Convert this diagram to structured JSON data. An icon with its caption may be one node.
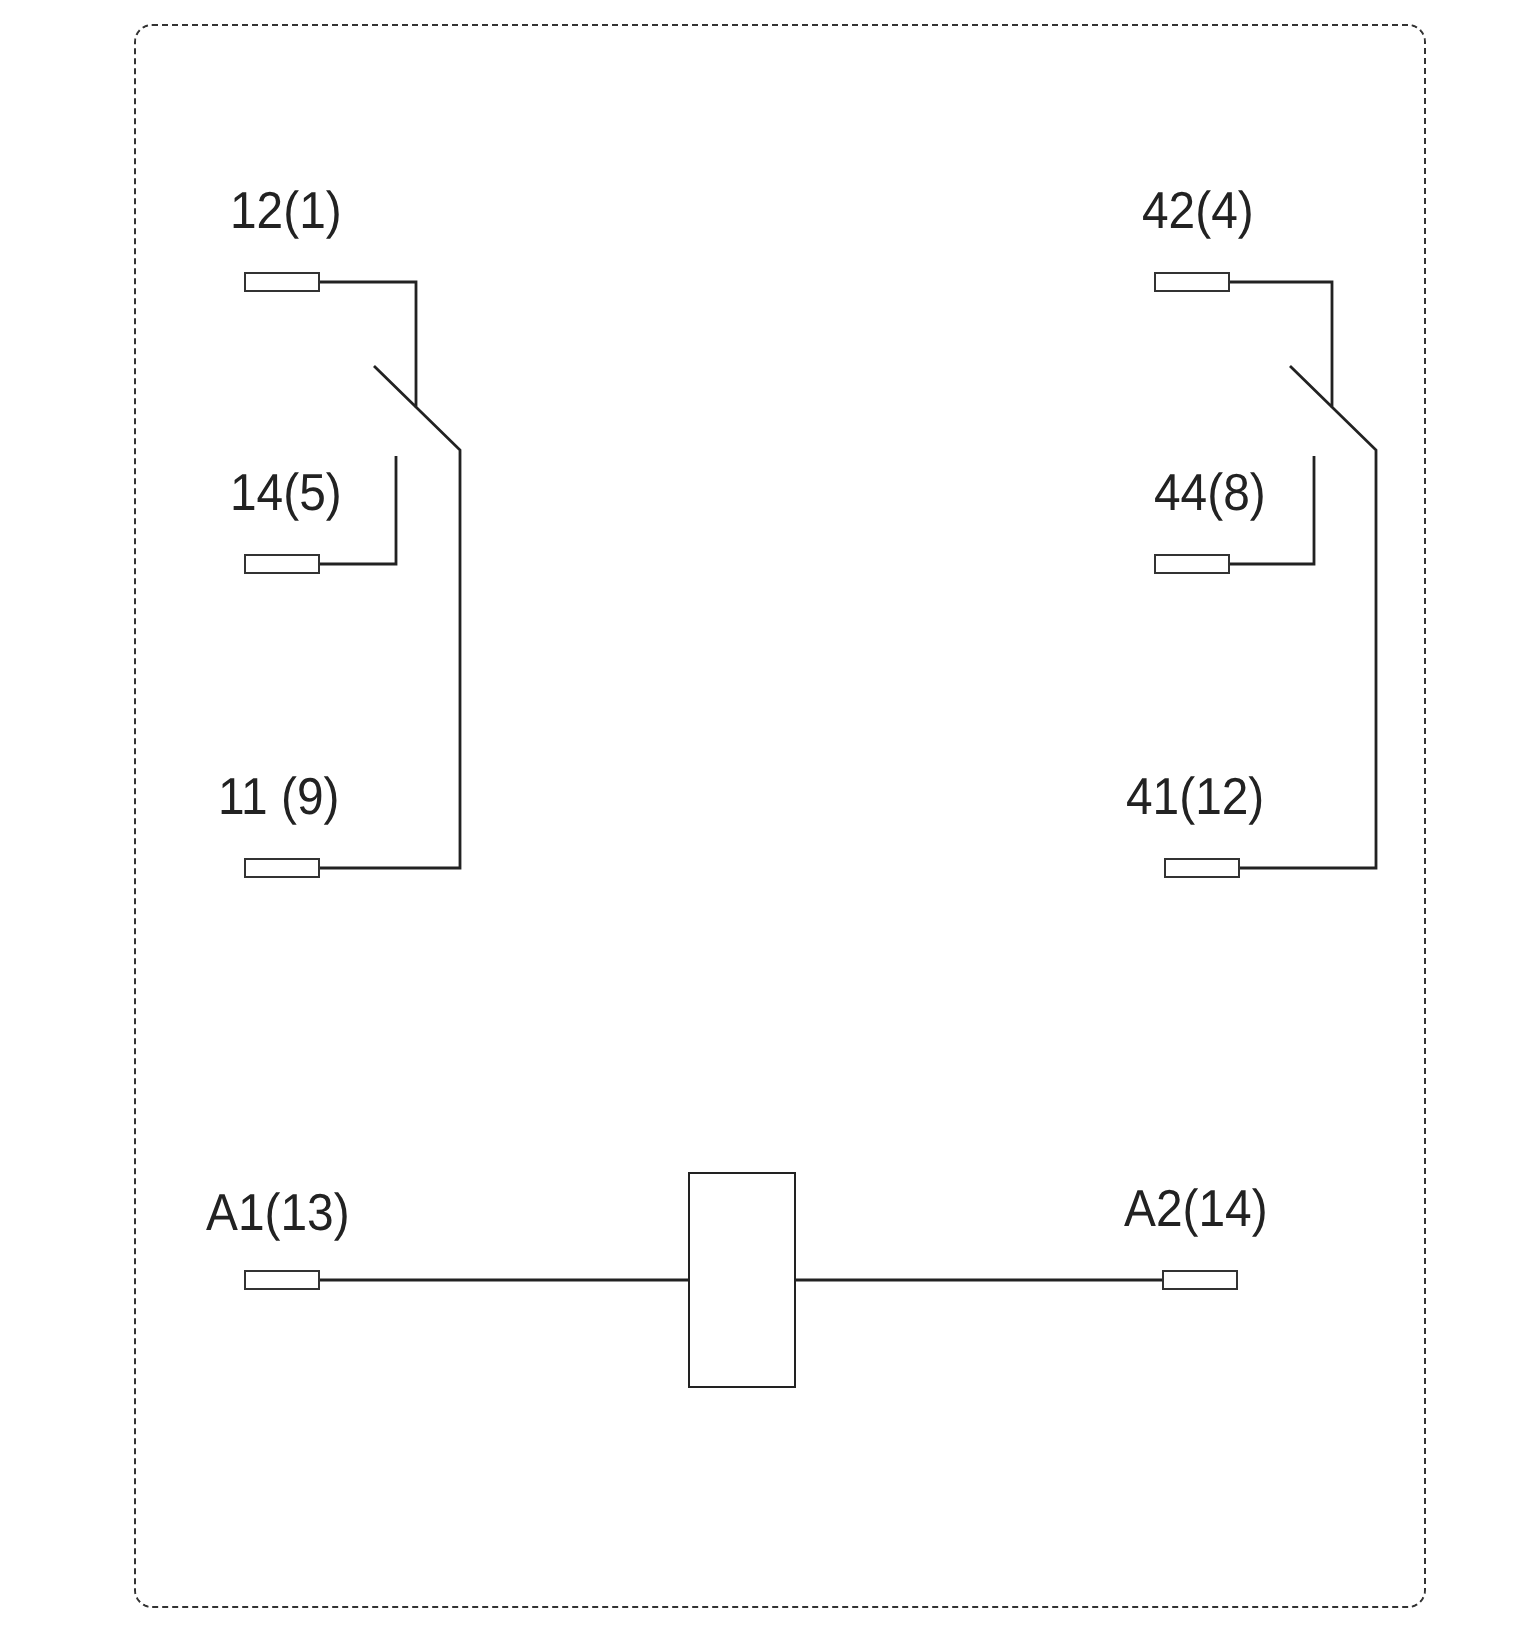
{
  "diagram": {
    "nodes": [
      {
        "text": [],
        "shape": "box"
      },
      {
        "text": [
          "12(1)"
        ],
        "in": 0
      },
      {
        "text": [
          "42(4)"
        ],
        "in": 0
      },
      {
        "text": [
          "14(5)"
        ],
        "in": 0
      },
      {
        "text": [
          "44(8)"
        ],
        "in": 0
      },
      {
        "text": [
          "11 (9)"
        ],
        "in": 0
      },
      {
        "text": [
          "41(12)"
        ],
        "in": 0
      },
      {
        "text": [
          "A1(13)"
        ],
        "in": 0
      },
      {
        "text": [],
        "shape": "box",
        "in": 0
      },
      {
        "text": [
          "A2(14)"
        ],
        "in": 0
      }
    ],
    "edges": [
      {
        "from": 1,
        "to": 5,
        "arrow": "none"
      },
      {
        "from": 3,
        "to": null,
        "arrow": "none"
      },
      {
        "from": 2,
        "to": 6,
        "arrow": "none"
      },
      {
        "from": 4,
        "to": null,
        "arrow": "none"
      },
      {
        "from": 7,
        "to": 8,
        "arrow": "none"
      },
      {
        "from": 8,
        "to": 9,
        "arrow": "none"
      }
    ]
  }
}
